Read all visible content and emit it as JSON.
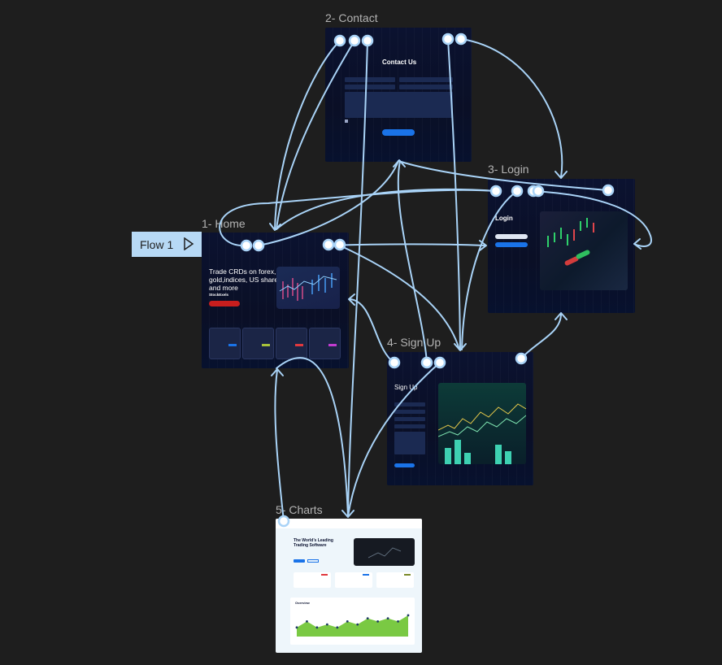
{
  "canvas": {
    "background": "#1e1e1e",
    "connector_color": "#a9d3f7"
  },
  "flow": {
    "label": "Flow 1",
    "icon": "play-triangle-icon"
  },
  "frames": {
    "contact": {
      "label": "2- Contact",
      "title": "Contact Us"
    },
    "login": {
      "label": "3- Login",
      "title": "Login"
    },
    "home": {
      "label": "1- Home",
      "headline": "Trade CRDs on forex, gold,indices, US shares and more",
      "brand": "StockExels"
    },
    "signup": {
      "label": "4- Sign Up",
      "title": "Sign Up"
    },
    "charts": {
      "label": "5- Charts",
      "headline": "The World’s Leading Trading Software",
      "section_title": "Overview"
    }
  },
  "chart_data": {
    "type": "area",
    "title": "Overview",
    "series": [
      {
        "values": [
          3,
          5,
          3,
          4,
          3,
          5,
          4,
          6,
          5,
          6,
          5,
          7
        ]
      }
    ],
    "xlabel": "",
    "ylabel": ""
  }
}
